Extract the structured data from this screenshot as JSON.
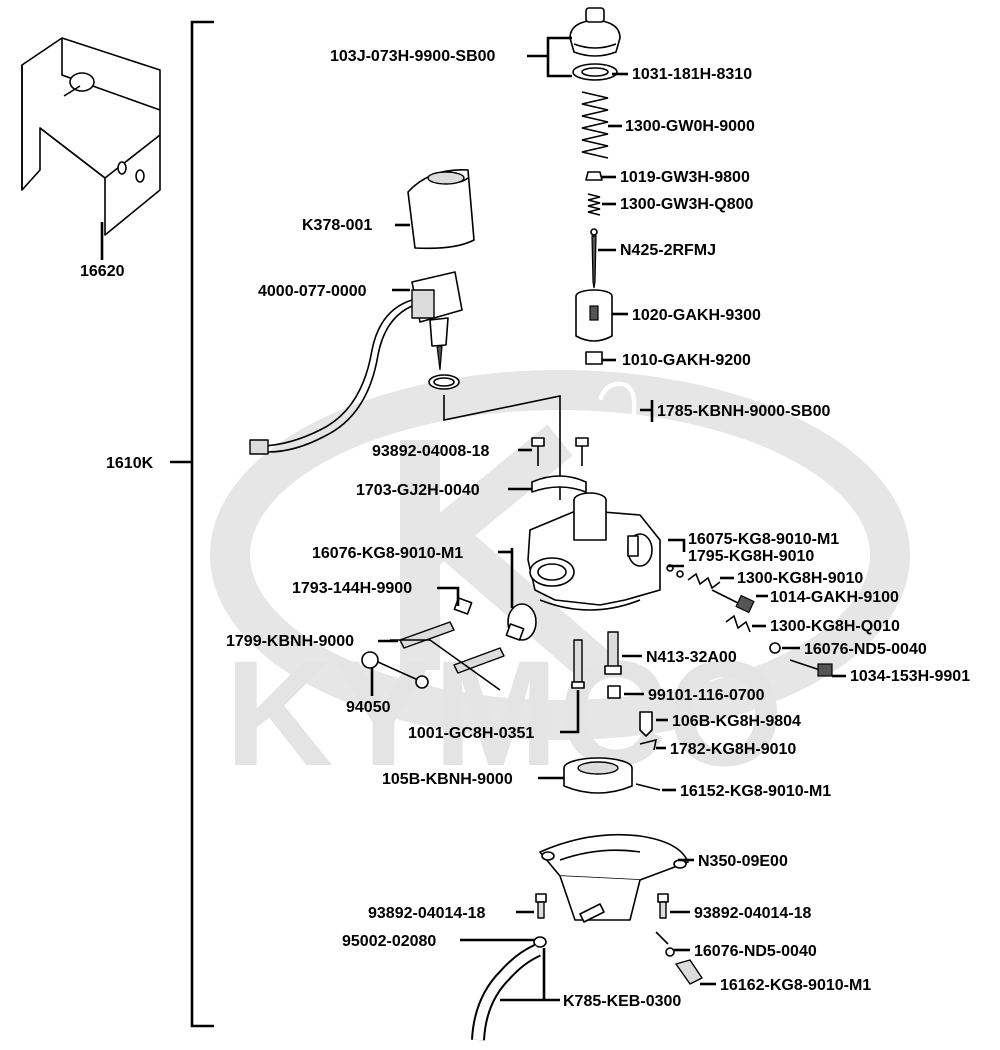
{
  "watermark": {
    "brand": "KYMCO"
  },
  "labels": {
    "p16620": "16620",
    "p1610K": "1610K",
    "p103J": "103J-073H-9900-SB00",
    "p1031": "1031-181H-8310",
    "p1300gw0h": "1300-GW0H-9000",
    "p1019": "1019-GW3H-9800",
    "p1300gw3h": "1300-GW3H-Q800",
    "pN425": "N425-2RFMJ",
    "pK378": "K378-001",
    "p4000": "4000-077-0000",
    "p1020": "1020-GAKH-9300",
    "p1010": "1010-GAKH-9200",
    "p1785": "1785-KBNH-9000-SB00",
    "p93892a": "93892-04008-18",
    "p1703": "1703-GJ2H-0040",
    "p16075": "16075-KG8-9010-M1",
    "p16076a": "16076-KG8-9010-M1",
    "p1795": "1795-KG8H-9010",
    "p1300kg8h": "1300-KG8H-9010",
    "p1793": "1793-144H-9900",
    "p1014": "1014-GAKH-9100",
    "p1300q010": "1300-KG8H-Q010",
    "p1799": "1799-KBNH-9000",
    "p16076nd5a": "16076-ND5-0040",
    "pN413": "N413-32A00",
    "p1034": "1034-153H-9901",
    "p94050": "94050",
    "p99101": "99101-116-0700",
    "p106B": "106B-KG8H-9804",
    "p1001": "1001-GC8H-0351",
    "p1782": "1782-KG8H-9010",
    "p105B": "105B-KBNH-9000",
    "p16152": "16152-KG8-9010-M1",
    "pN350": "N350-09E00",
    "p93892b": "93892-04014-18",
    "p93892c": "93892-04014-18",
    "p95002": "95002-02080",
    "p16076nd5b": "16076-ND5-0040",
    "p16162": "16162-KG8-9010-M1",
    "pK785": "K785-KEB-0300"
  }
}
